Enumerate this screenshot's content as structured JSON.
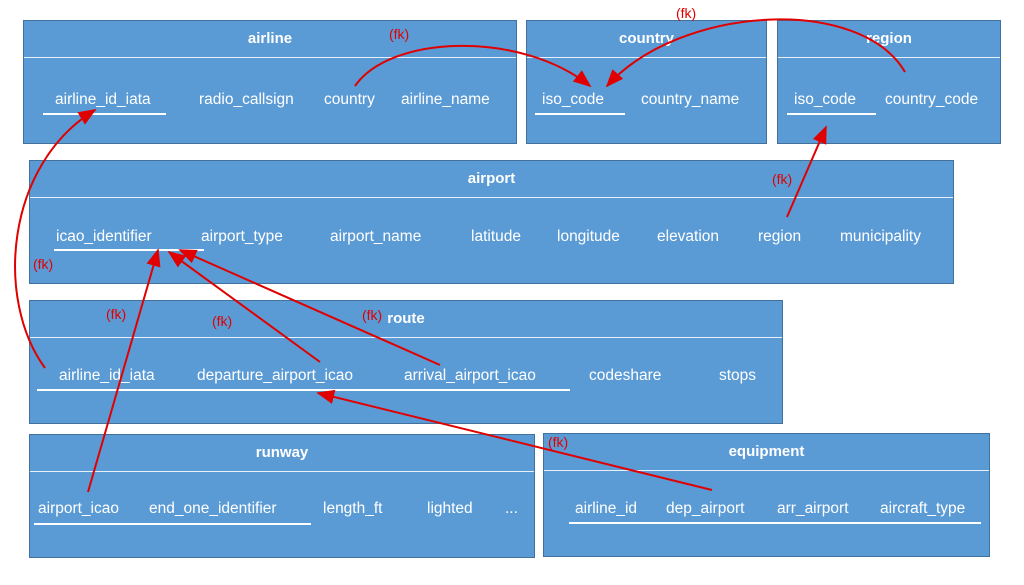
{
  "fk_label": "(fk)",
  "tables": {
    "airline": {
      "name": "airline",
      "fields": [
        "airline_id_iata",
        "radio_callsign",
        "country",
        "airline_name"
      ]
    },
    "country": {
      "name": "country",
      "fields": [
        "iso_code",
        "country_name"
      ]
    },
    "region": {
      "name": "region",
      "fields": [
        "iso_code",
        "country_code"
      ]
    },
    "airport": {
      "name": "airport",
      "fields": [
        "icao_identifier",
        "airport_type",
        "airport_name",
        "latitude",
        "longitude",
        "elevation",
        "region",
        "municipality"
      ]
    },
    "route": {
      "name": "route",
      "fields": [
        "airline_id_iata",
        "departure_airport_icao",
        "arrival_airport_icao",
        "codeshare",
        "stops"
      ]
    },
    "runway": {
      "name": "runway",
      "fields": [
        "airport_icao",
        "end_one_identifier",
        "length_ft",
        "lighted",
        "..."
      ]
    },
    "equipment": {
      "name": "equipment",
      "fields": [
        "airline_id",
        "dep_airport",
        "arr_airport",
        "aircraft_type"
      ]
    }
  },
  "colors": {
    "table_fill": "#5b9bd5",
    "table_border": "#41719c",
    "text": "#ffffff",
    "relation": "#e00000"
  },
  "relations": [
    {
      "from": "airline.country",
      "to": "country.iso_code",
      "label": "(fk)"
    },
    {
      "from": "region.country_code",
      "to": "country.iso_code",
      "label": "(fk)"
    },
    {
      "from": "airport.region",
      "to": "region.iso_code",
      "label": "(fk)"
    },
    {
      "from": "route.airline_id_iata",
      "to": "airline.airline_id_iata",
      "label": "(fk)"
    },
    {
      "from": "route.departure_airport_icao",
      "to": "airport.icao_identifier",
      "label": "(fk)"
    },
    {
      "from": "route.arrival_airport_icao",
      "to": "airport.icao_identifier",
      "label": "(fk)"
    },
    {
      "from": "runway.airport_icao",
      "to": "airport.icao_identifier",
      "label": "(fk)"
    },
    {
      "from": "equipment.dep_airport",
      "to": "route.departure_airport_icao",
      "label": "(fk)"
    }
  ]
}
